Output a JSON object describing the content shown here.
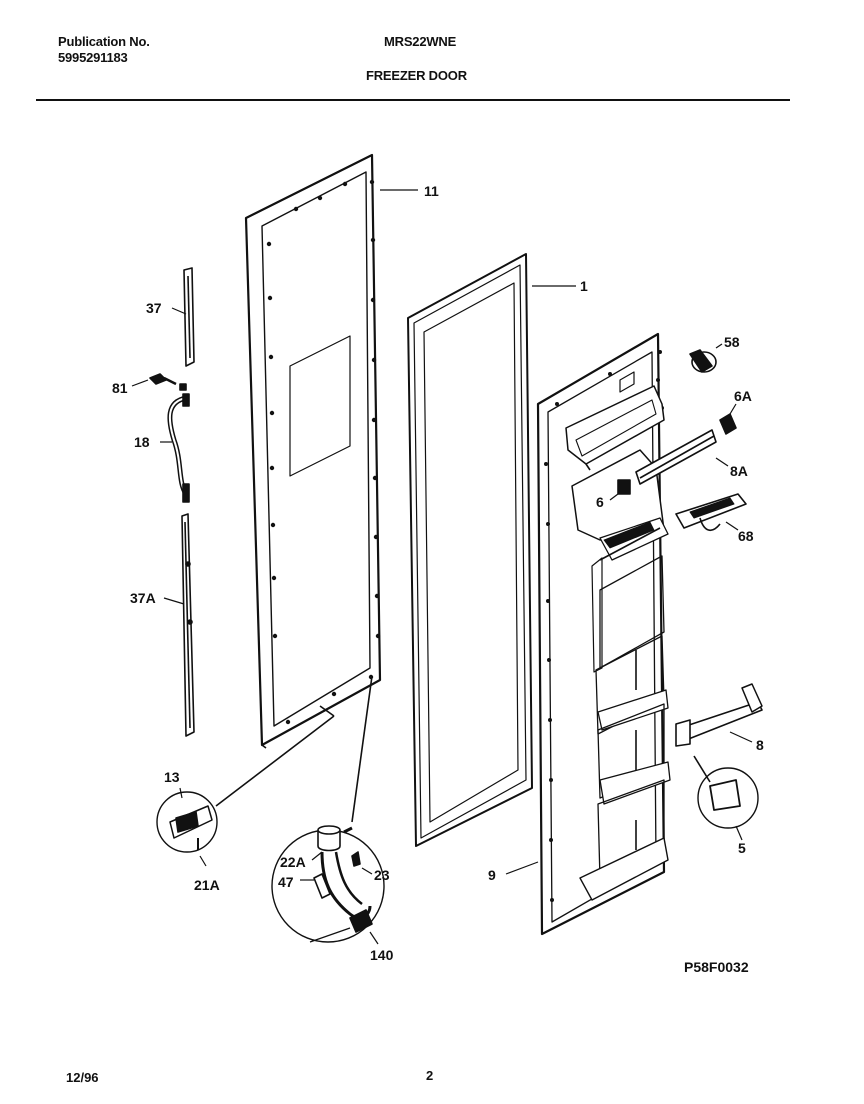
{
  "header": {
    "publication_label": "Publication No.",
    "publication_number": "5995291183",
    "model": "MRS22WNE",
    "section": "FREEZER DOOR"
  },
  "parts": {
    "p11": "11",
    "p1": "1",
    "p37": "37",
    "p81": "81",
    "p18": "18",
    "p37A": "37A",
    "p58": "58",
    "p6A": "6A",
    "p8A": "8A",
    "p6": "6",
    "p68": "68",
    "p8": "8",
    "p5": "5",
    "p9": "9",
    "p13": "13",
    "p21A": "21A",
    "p22A": "22A",
    "p47": "47",
    "p23": "23",
    "p140": "140"
  },
  "drawing_code": "P58F0032",
  "footer": {
    "date": "12/96",
    "page": "2"
  }
}
